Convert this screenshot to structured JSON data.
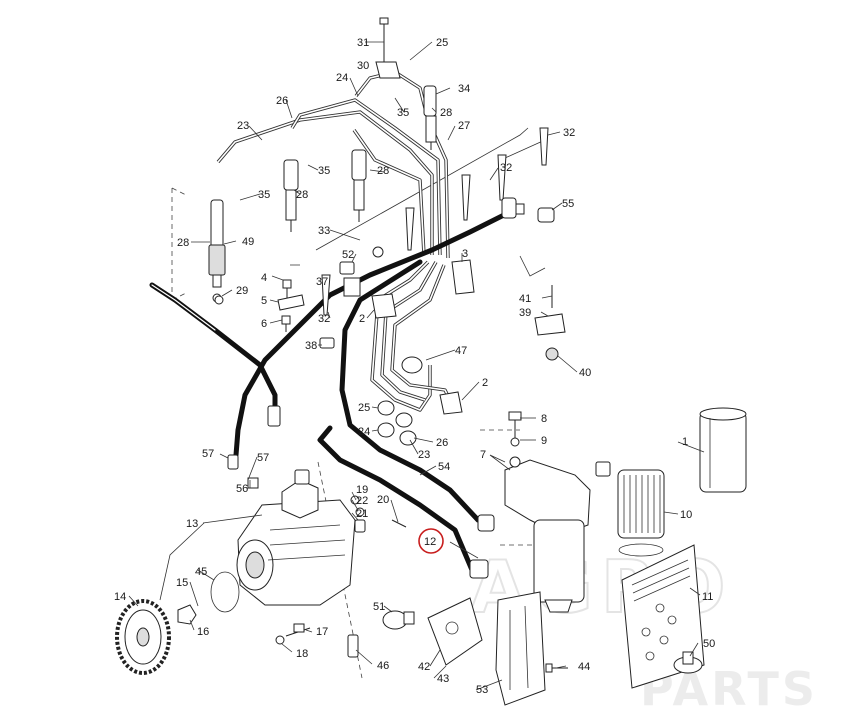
{
  "watermark": {
    "top": "AGRO",
    "bottom": "PARTS"
  },
  "highlight": {
    "label": "12",
    "color": "#c81e1e"
  },
  "labels": {
    "l1": "1",
    "l2a": "2",
    "l2b": "2",
    "l3": "3",
    "l4": "4",
    "l5": "5",
    "l6": "6",
    "l7": "7",
    "l8": "8",
    "l9": "9",
    "l10": "10",
    "l11": "11",
    "l12": "12",
    "l13": "13",
    "l14": "14",
    "l15": "15",
    "l16": "16",
    "l17": "17",
    "l18": "18",
    "l19": "19",
    "l20": "20",
    "l21": "21",
    "l22": "22",
    "l23a": "23",
    "l23b": "23",
    "l24a": "24",
    "l24b": "24",
    "l25a": "25",
    "l25b": "25",
    "l26a": "26",
    "l26b": "26",
    "l27": "27",
    "l28a": "28",
    "l28b": "28",
    "l28c": "28",
    "l28d": "28",
    "l29": "29",
    "l30": "30",
    "l31": "31",
    "l32a": "32",
    "l32b": "32",
    "l32c": "32",
    "l33": "33",
    "l34": "34",
    "l35a": "35",
    "l35b": "35",
    "l35c": "35",
    "l37": "37",
    "l38": "38",
    "l39": "39",
    "l40": "40",
    "l41": "41",
    "l42": "42",
    "l43": "43",
    "l44": "44",
    "l45": "45",
    "l46": "46",
    "l47": "47",
    "l49": "49",
    "l50": "50",
    "l51": "51",
    "l52": "52",
    "l53": "53",
    "l54": "54",
    "l55": "55",
    "l56": "56",
    "l57a": "57",
    "l57b": "57"
  }
}
